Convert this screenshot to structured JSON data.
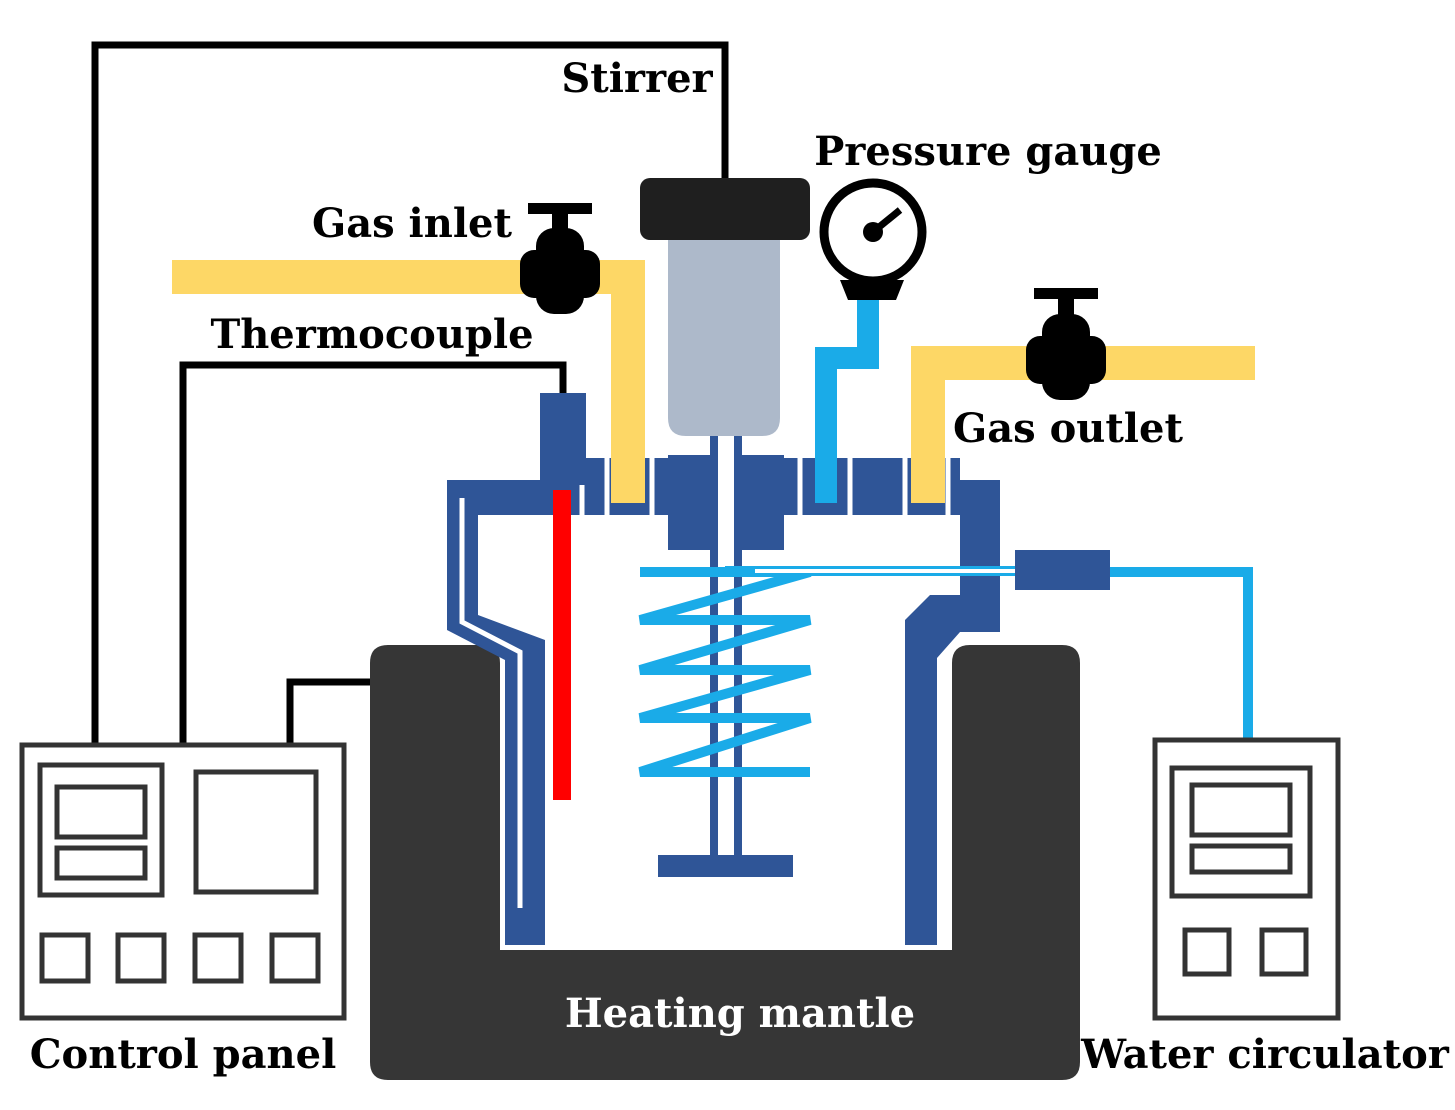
{
  "labels": {
    "stirrer": "Stirrer",
    "pressure_gauge": "Pressure gauge",
    "gas_inlet": "Gas inlet",
    "thermocouple": "Thermocouple",
    "gas_outlet": "Gas outlet",
    "heating_mantle": "Heating mantle",
    "control_panel": "Control panel",
    "water_circulator": "Water circulator"
  },
  "colors": {
    "gas_line": "#fdd766",
    "water_line": "#1aabe8",
    "reactor_wall": "#2f5597",
    "heating_mantle": "#363636",
    "stirrer_motor_cap": "#1f1f1f",
    "stirrer_body": "#adb9ca",
    "thermocouple_probe": "#ff0000",
    "wiring": "#000000",
    "instrument_outline": "#333333"
  },
  "icons": [
    "valve-icon",
    "pressure-gauge-icon",
    "stirrer-motor-icon",
    "cooling-coil-icon",
    "impeller-icon"
  ]
}
